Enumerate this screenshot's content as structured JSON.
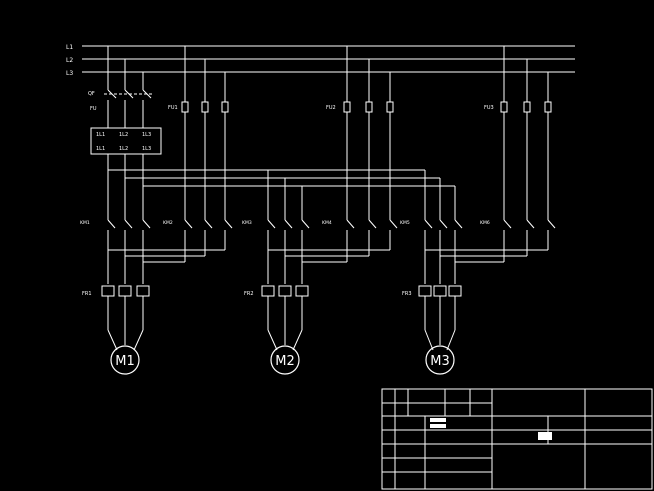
{
  "lines": [
    "L1",
    "L2",
    "L3"
  ],
  "top_breakers": {
    "breaker": "QF",
    "fuse": "FU"
  },
  "terminal_block": {
    "row1": [
      "1L1",
      "1L2",
      "1L3"
    ],
    "row2": [
      "1L1",
      "1L2",
      "1L3"
    ]
  },
  "fuses": [
    "FU1",
    "FU2",
    "FU3"
  ],
  "motors": [
    {
      "label": "M1",
      "contactor_a": "KM1",
      "contactor_b": "KM2",
      "relay": "FR1"
    },
    {
      "label": "M2",
      "contactor_a": "KM3",
      "contactor_b": "KM4",
      "relay": "FR2"
    },
    {
      "label": "M3",
      "contactor_a": "KM5",
      "contactor_b": "KM6",
      "relay": "FR3"
    }
  ],
  "note": {
    "line1": "",
    "line2": ""
  },
  "title_block": {
    "title": "",
    "drawing_name": "",
    "cells": [],
    "watermark": ""
  }
}
